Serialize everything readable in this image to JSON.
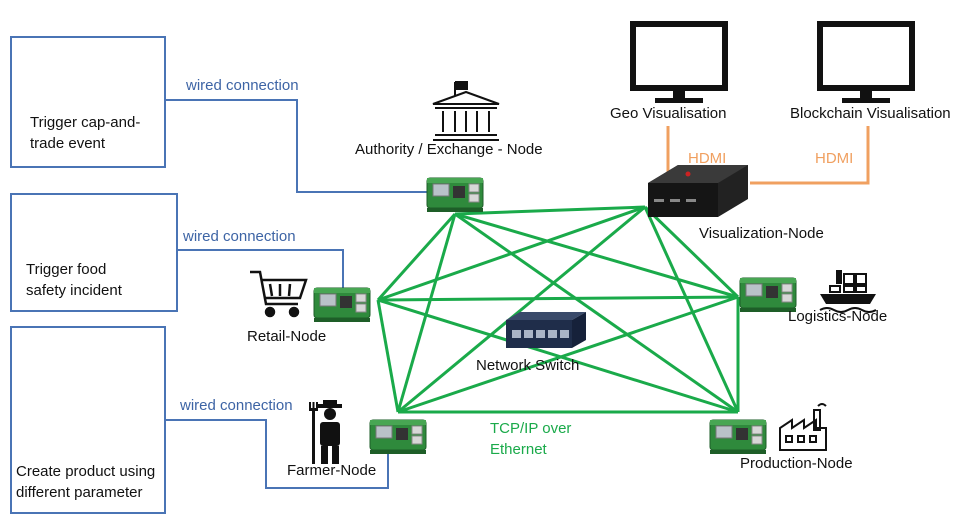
{
  "panels": {
    "cap_and_trade": "Trigger cap-and-\ntrade event",
    "food_safety": "Trigger food\nsafety incident",
    "product": "Create product using\ndifferent parameter"
  },
  "wired_labels": [
    "wired connection",
    "wired connection",
    "wired connection"
  ],
  "nodes": {
    "authority": "Authority / Exchange - Node",
    "retail": "Retail-Node",
    "farmer": "Farmer-Node",
    "visualization": "Visualization-Node",
    "logistics": "Logistics-Node",
    "production": "Production-Node",
    "switch": "Network Switch"
  },
  "displays": {
    "geo": "Geo Visualisation",
    "blockchain": "Blockchain Visualisation"
  },
  "hdmi_labels": [
    "HDMI",
    "HDMI"
  ],
  "network_label": "TCP/IP over\nEthernet",
  "colors": {
    "panel_border": "#4a74b5",
    "wired": "#3d64a5",
    "hdmi": "#f0a060",
    "mesh": "#1aaa4a",
    "button_green": "#2aa05a",
    "button_red": "#e03030"
  },
  "icons": [
    "push-button-icon",
    "raspberry-pi-icon",
    "bank-building-icon",
    "shopping-cart-icon",
    "farmer-icon",
    "monitor-icon",
    "mini-pc-icon",
    "network-switch-icon",
    "cargo-ship-icon",
    "factory-icon"
  ]
}
